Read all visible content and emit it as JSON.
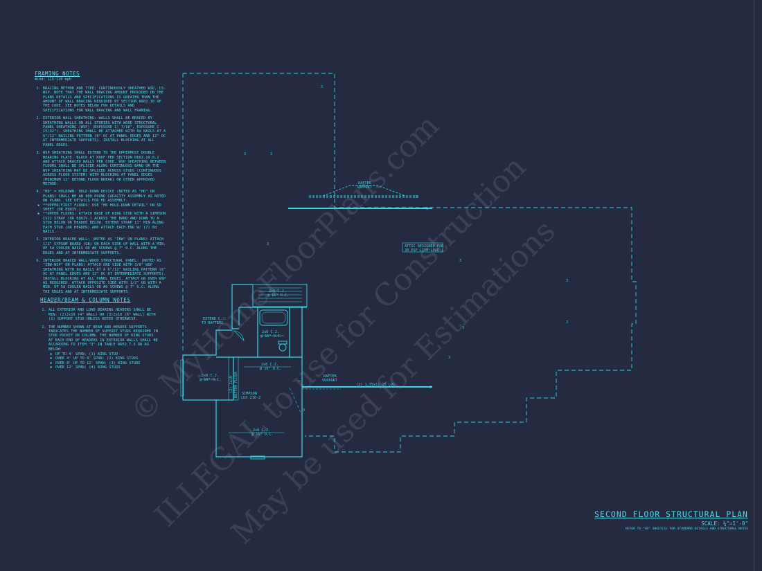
{
  "framing_notes": {
    "title": "FRAMING NOTES",
    "wind": "Wind: 115-120 mph",
    "items": [
      "BRACING METHOD AND TYPE: CONTINUOUSLY SHEATHED WSP, CS-WSP. NOTE THAT THE WALL BRACING AMOUNT PROVIDED ON THE PLANS DETAILS AND SPECIFICATIONS IS GREATER THAN THE AMOUNT OF WALL BRACING REQUIRED BY SECTION R602.10 OF THE CODE. SEE NOTES BELOW FOR DETAILS AND SPECIFICATIONS FOR WALL BRACING AND WALL FRAMING.",
      "EXTERIOR WALL SHEATHING: WALLS SHALL BE BRACED BY SHEATHING WALLS ON ALL STORIES WITH WOOD STRUCTURAL PANEL SHEATHING (WSP) (EXPOSURE 1) 7/16\", EXPOSURE C 15/32\"). SHEATHING SHALL BE ATTACHED WITH 8d NAILS AT A 6\"/12\" NAILING PATTERN (6\" OC AT PANEL EDGES AND 12\" OC AT INTERMEDIATE SUPPORTS). INSTALL BLOCKING AT ALL PANEL EDGES.",
      "WSP SHEATHING SHALL EXTEND TO THE UPPERMOST DOUBLE BEARING PLATE. BLOCK AT ROOF PER SECTION R602.10.8.2 AND ATTACH BRACED WALLS PER CODE. WSP SHEATHING BETWEEN FLOORS SHALL BE SPLICED ALONG CONTINUOUS BAND OR THE WSP SHEATHING MAY BE SPLICED ACROSS STUDS (CONTINUOUS ACROSS FLOOR SYSTEM) WITH BLOCKING AT PANEL EDGES (MINIMUM 12\" BEYOND FLOOR BREAK) OR OTHER APPROVED METHOD.",
      "\"HD\" = HOLDOWN: HOLD-DOWN DEVICE (NOTED AS \"HD\" ON PLANS) SHALL BE AN 800 POUND CAPACITY ASSEMBLY AS NOTED ON PLANS. SEE DETAILS FOR HD ASSEMBLY.",
      "INTERIOR BRACED WALL: (NOTED AS \"IBW\" ON PLANS) ATTACH 1/2\" GYPSUM BOARD (GB) ON EACH SIDE OF WALL WITH A MIN. OF 5d COOLER NAILS OR #6 SCREWS @ 7\" O.C. ALONG THE EDGES AND AT INTERMEDIATE SUPPORTS.",
      "INTERIOR BRACED WALL-WOOD STRUCTURAL PANEL: (NOTED AS \"IBW-WSP\" ON PLANS) ATTACH ONE SIDE WITH 3/8\" WSP SHEATHING WITH 8d NAILS AT A 6\"/12\" NAILING PATTERN (6\" OC AT PANEL EDGES AND 12\" OC AT INTERMEDIATE SUPPORTS). INSTALL BLOCKING AT ALL PANEL EDGES. ATTACH GB OVER WSP AS REQUIRED. ATTACH OPPOSITE SIDE WITH 1/2\" GB WITH A MIN. OF 5d COOLER NAILS OR #6 SCREWS @ 7\" O.C. ALONG THE EDGES AND AT INTERMEDIATE SUPPORTS."
    ],
    "bullets": [
      "**UPPER/FIRST FLOORS: USE \"HD HOLD-DOWN DETAIL\" ON SD SHEET (OR EQUIV.)",
      "**UPPER FLOORS: ATTACH BASE OF KING STUD WITH A SIMPSON CS22 STRAP (OR EQUIV.) ACROSS THE BAND AND DOWN TO A STUD BELOW OR HEADER BELOW. EXTEND STRAP 11\" MIN ALONG EACH STUD (OR HEADER) AND ATTACH EACH END W/ (7) 8d NAILS."
    ]
  },
  "header_notes": {
    "title": "HEADER/BEAM & COLUMN NOTES",
    "items": [
      "ALL EXTERIOR AND LOAD BEARING HEADERS SHALL BE MIN. (2)2x10 (4\" WALL) OR (3)2x10 (6\" WALL) WITH (1) SUPPORT STUD UNLESS NOTED OTHERWISE.",
      "THE NUMBER SHOWN AT BEAM AND HEADER SUPPORTS INDICATES THE NUMBER OF SUPPORT STUDS REQUIRED IN STUD POCKET OR COLUMN. THE NUMBER OF KING STUDS AT EACH END OF HEADERS IN EXTERIOR WALLS SHALL BE ACCORDING TO ITEM \"3\" IN TABLE R602.7.5 OR AS BELOW:"
    ],
    "bullets": [
      "UP TO 4' SPAN: (1) KING STUD",
      "OVER 4' UP TO 8' SPAN: (2) KING STUDS",
      "OVER 8' UP TO 12' SPAN: (3) KING STUDS",
      "OVER 12' SPAN: (4) KING STUDS"
    ]
  },
  "plan_labels": {
    "rafter_support_top": [
      "RAFTER",
      "SUPPORT"
    ],
    "rafter_support_mid": [
      "RAFTER",
      "SUPPORT"
    ],
    "attic": [
      "ATTIC DESIGNED FOR",
      "30 PSF LIVE LOAD"
    ],
    "extend_cj": [
      "EXTEND C.J.",
      "TO RAFTERS"
    ],
    "beam": "(2) 1.75x11.25 LVL",
    "cj_stair": [
      "2x6 C.J.",
      "@ 16\" O.C."
    ],
    "cj_bath": [
      "2x6 C.J.",
      "@ 16\" O.C."
    ],
    "cj_left": [
      "2x6 C.J.",
      "@ 16\" O.C."
    ],
    "cj_center": [
      "2x6 C.J.",
      "@ 16\" O.C."
    ],
    "cj_bottom": [
      "2x6 C.J.",
      "@ 16\" O.C."
    ],
    "flush_beam": [
      "(2) 2x10",
      "BOTTOM FLUSH"
    ],
    "simpson": [
      "SIMPSON",
      "LUS 210-2"
    ],
    "support_numbers": [
      "3",
      "3",
      "3",
      "3",
      "3",
      "3",
      "3",
      "3",
      "3",
      "3",
      "3",
      "3",
      "3"
    ]
  },
  "title_block": {
    "title": "SECOND FLOOR STRUCTURAL PLAN",
    "scale": "SCALE: ¼\"=1'-0\"",
    "ref": "REFER TO \"SD\" SHEET(S) FOR STANDARD DETAILS AND STRUCTURAL NOTES"
  },
  "watermark": {
    "line1": "© MyHomeFloorPlans.com",
    "line2": "ILLEGAL to use for Construction",
    "line3": "May be used for Estimations"
  },
  "colors": {
    "background": "#242b40",
    "line": "#35d6e6"
  }
}
